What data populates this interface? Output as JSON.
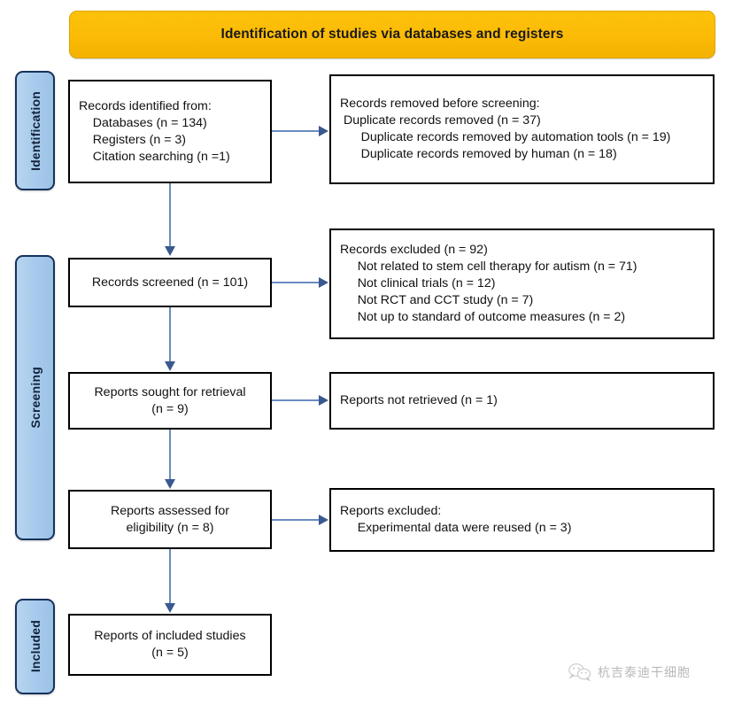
{
  "banner": {
    "title": "Identification of studies via databases and registers"
  },
  "phases": [
    {
      "id": "identification",
      "label": "Identification"
    },
    {
      "id": "screening",
      "label": "Screening"
    },
    {
      "id": "included",
      "label": "Included"
    }
  ],
  "boxes": {
    "identified": {
      "name": "records-identified-box",
      "lines": [
        "Records identified from:",
        "    Databases (n = 134)",
        "    Registers (n = 3)",
        "    Citation searching (n =1)"
      ]
    },
    "removed": {
      "name": "records-removed-box",
      "lines": [
        "Records removed before screening:",
        " Duplicate records removed (n = 37)",
        "      Duplicate records removed by automation tools (n = 19)",
        "      Duplicate records removed by human (n = 18)"
      ]
    },
    "screened": {
      "name": "records-screened-box",
      "lines": [
        "Records screened (n = 101)"
      ]
    },
    "excluded": {
      "name": "records-excluded-box",
      "lines": [
        "Records excluded (n = 92)",
        "     Not related to stem cell therapy for autism (n = 71)",
        "     Not clinical trials (n = 12)",
        "     Not RCT and CCT study (n = 7)",
        "     Not up to standard of outcome measures (n = 2)"
      ]
    },
    "sought": {
      "name": "reports-sought-box",
      "lines": [
        "Reports sought for retrieval",
        "(n = 9)"
      ]
    },
    "not_retrieved": {
      "name": "reports-not-retrieved-box",
      "lines": [
        "Reports not retrieved (n = 1)"
      ]
    },
    "assessed": {
      "name": "reports-assessed-box",
      "lines": [
        "Reports assessed for",
        "eligibility (n = 8)"
      ]
    },
    "reports_excluded": {
      "name": "reports-excluded-box",
      "lines": [
        "Reports excluded:",
        "     Experimental data were reused (n = 3)"
      ]
    },
    "included": {
      "name": "reports-included-box",
      "lines": [
        "Reports of included studies",
        "(n = 5)"
      ]
    }
  },
  "watermark": {
    "text": "杭吉泰迪干细胞",
    "icon": "wechat-icon"
  },
  "colors": {
    "banner": "#fcbb07",
    "phase_fill": "#a8cbec",
    "phase_border": "#16325c",
    "box_border": "#000000",
    "connector": "#6a8cc0",
    "arrow_head": "#39598f"
  }
}
